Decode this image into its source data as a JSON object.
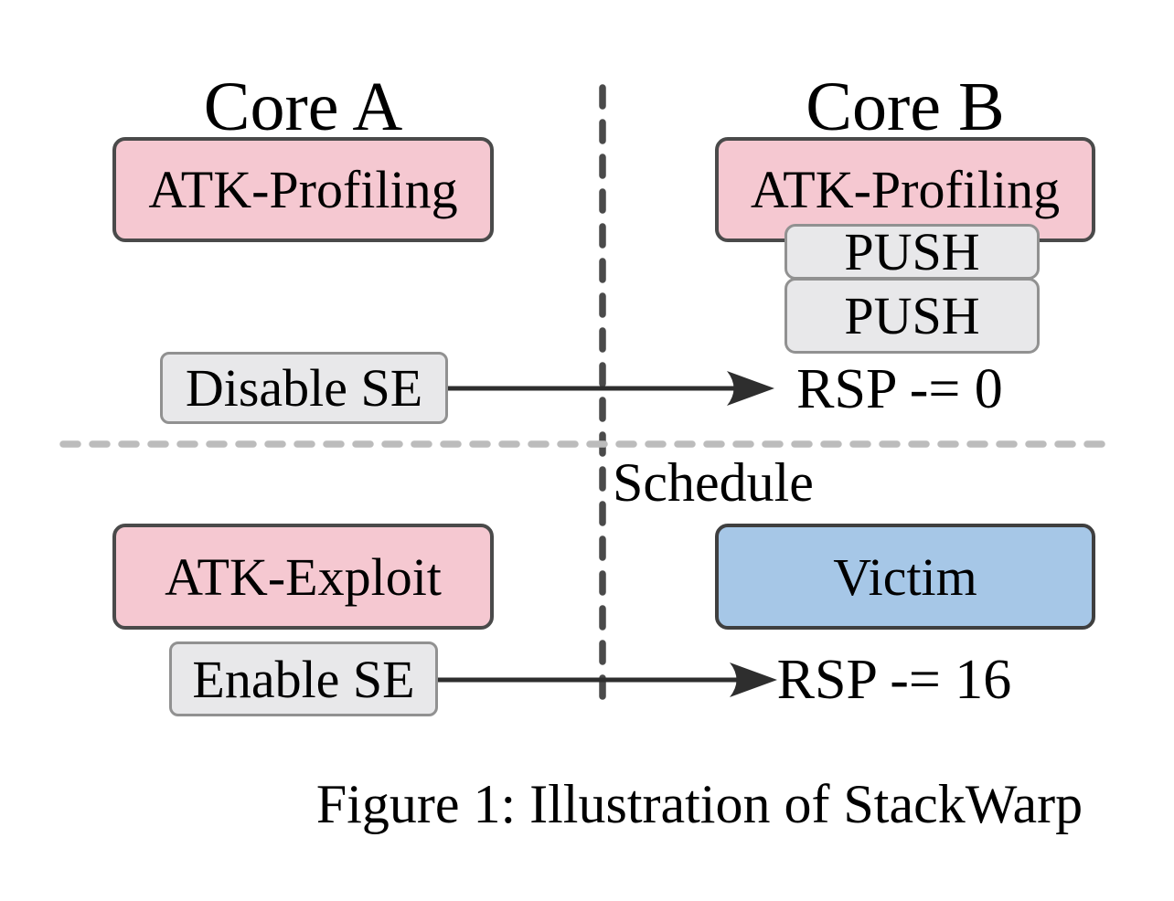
{
  "figure": {
    "caption": "Figure 1: Illustration of StackWarp"
  },
  "columns": {
    "core_a": {
      "title": "Core A"
    },
    "core_b": {
      "title": "Core B"
    }
  },
  "boxes": {
    "atk_profiling_a": {
      "label": "ATK-Profiling"
    },
    "atk_profiling_b": {
      "label": "ATK-Profiling"
    },
    "push_1": {
      "label": "PUSH"
    },
    "push_2": {
      "label": "PUSH"
    },
    "disable_se": {
      "label": "Disable SE"
    },
    "atk_exploit": {
      "label": "ATK-Exploit"
    },
    "victim": {
      "label": "Victim"
    },
    "enable_se": {
      "label": "Enable SE"
    }
  },
  "annotations": {
    "rsp_zero": "RSP -= 0",
    "rsp_sixteen": "RSP -= 16",
    "schedule": "Schedule"
  },
  "colors": {
    "attacker_box_fill": "#f5c8d1",
    "victim_box_fill": "#a6c7e7",
    "action_box_fill": "#e8e8ea",
    "dark_box_border": "#4a4a4a",
    "action_box_border": "#919191",
    "arrow": "#2e2e2e",
    "core_divider_dash": "#4a4a4a",
    "schedule_divider_dash": "#bcbcbc",
    "text": "#000000",
    "background": "#ffffff"
  }
}
